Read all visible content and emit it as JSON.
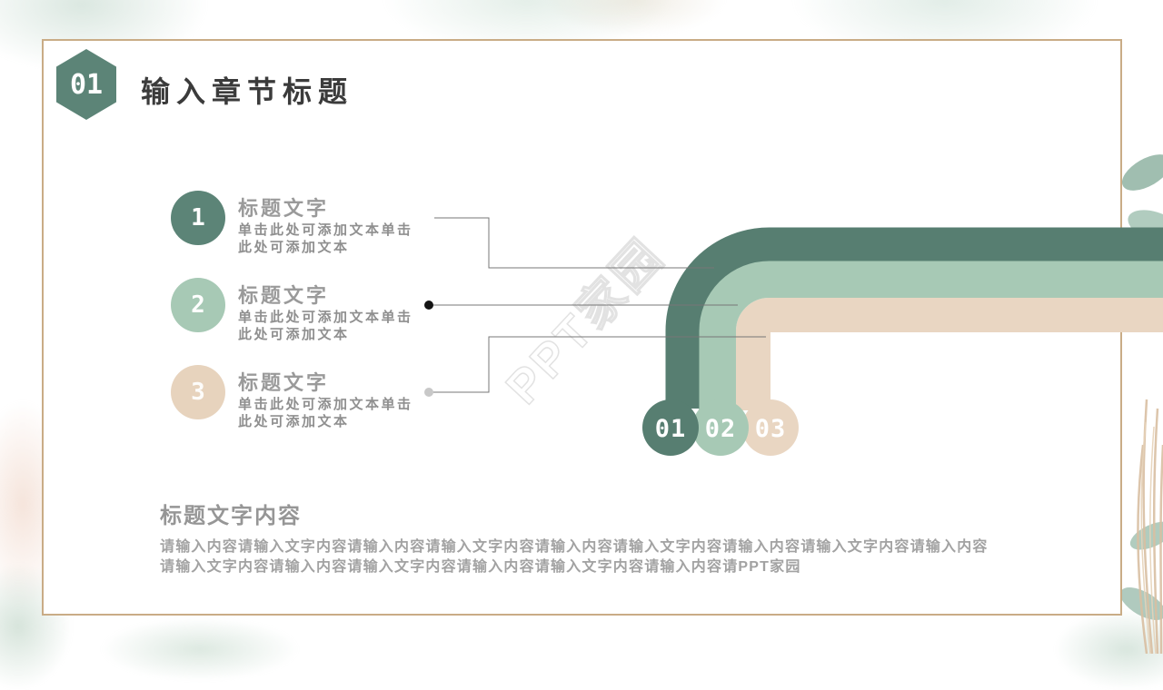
{
  "colors": {
    "dark_green": "#577e71",
    "light_green": "#a7c9b5",
    "tan": "#e9d6c2",
    "frame_border": "#c9ac86",
    "connector_line": "#777777",
    "dot_dark": "#141414",
    "dot_light": "#c8c8c8"
  },
  "header": {
    "badge": "01",
    "title": "输入章节标题"
  },
  "items": [
    {
      "number": "1",
      "title": "标题文字",
      "body": "单击此处可添加文本单击\n此处可添加文本"
    },
    {
      "number": "2",
      "title": "标题文字",
      "body": "单击此处可添加文本单击\n此处可添加文本"
    },
    {
      "number": "3",
      "title": "标题文字",
      "body": "单击此处可添加文本单击\n此处可添加文本"
    }
  ],
  "pipes": [
    {
      "label": "01"
    },
    {
      "label": "02"
    },
    {
      "label": "03"
    }
  ],
  "bottom": {
    "heading": "标题文字内容",
    "line1": "请输入内容请输入文字内容请输入内容请输入文字内容请输入内容请输入文字内容请输入内容请输入文字内容请输入内容",
    "line2": "请输入文字内容请输入内容请输入文字内容请输入内容请输入文字内容请输入内容请PPT家园"
  },
  "watermark": {
    "text": "PPT家园"
  }
}
